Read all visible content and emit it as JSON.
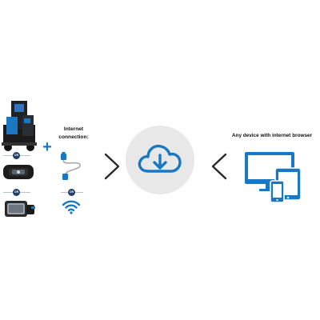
{
  "labels": {
    "internet_connection_line1": "Internet",
    "internet_connection_line2": "connection:",
    "any_device": "Any device with internet browser",
    "or_badge": "OR"
  },
  "colors": {
    "accent_blue": "#1a78c2",
    "dark_blue": "#1f3f66",
    "cloud_bg": "#e8e8e8",
    "chevron": "#2a2a2a"
  },
  "icons": [
    "welder-machine",
    "control-module",
    "wireless-adapter",
    "ethernet-cable",
    "wifi",
    "cloud-download",
    "devices"
  ]
}
